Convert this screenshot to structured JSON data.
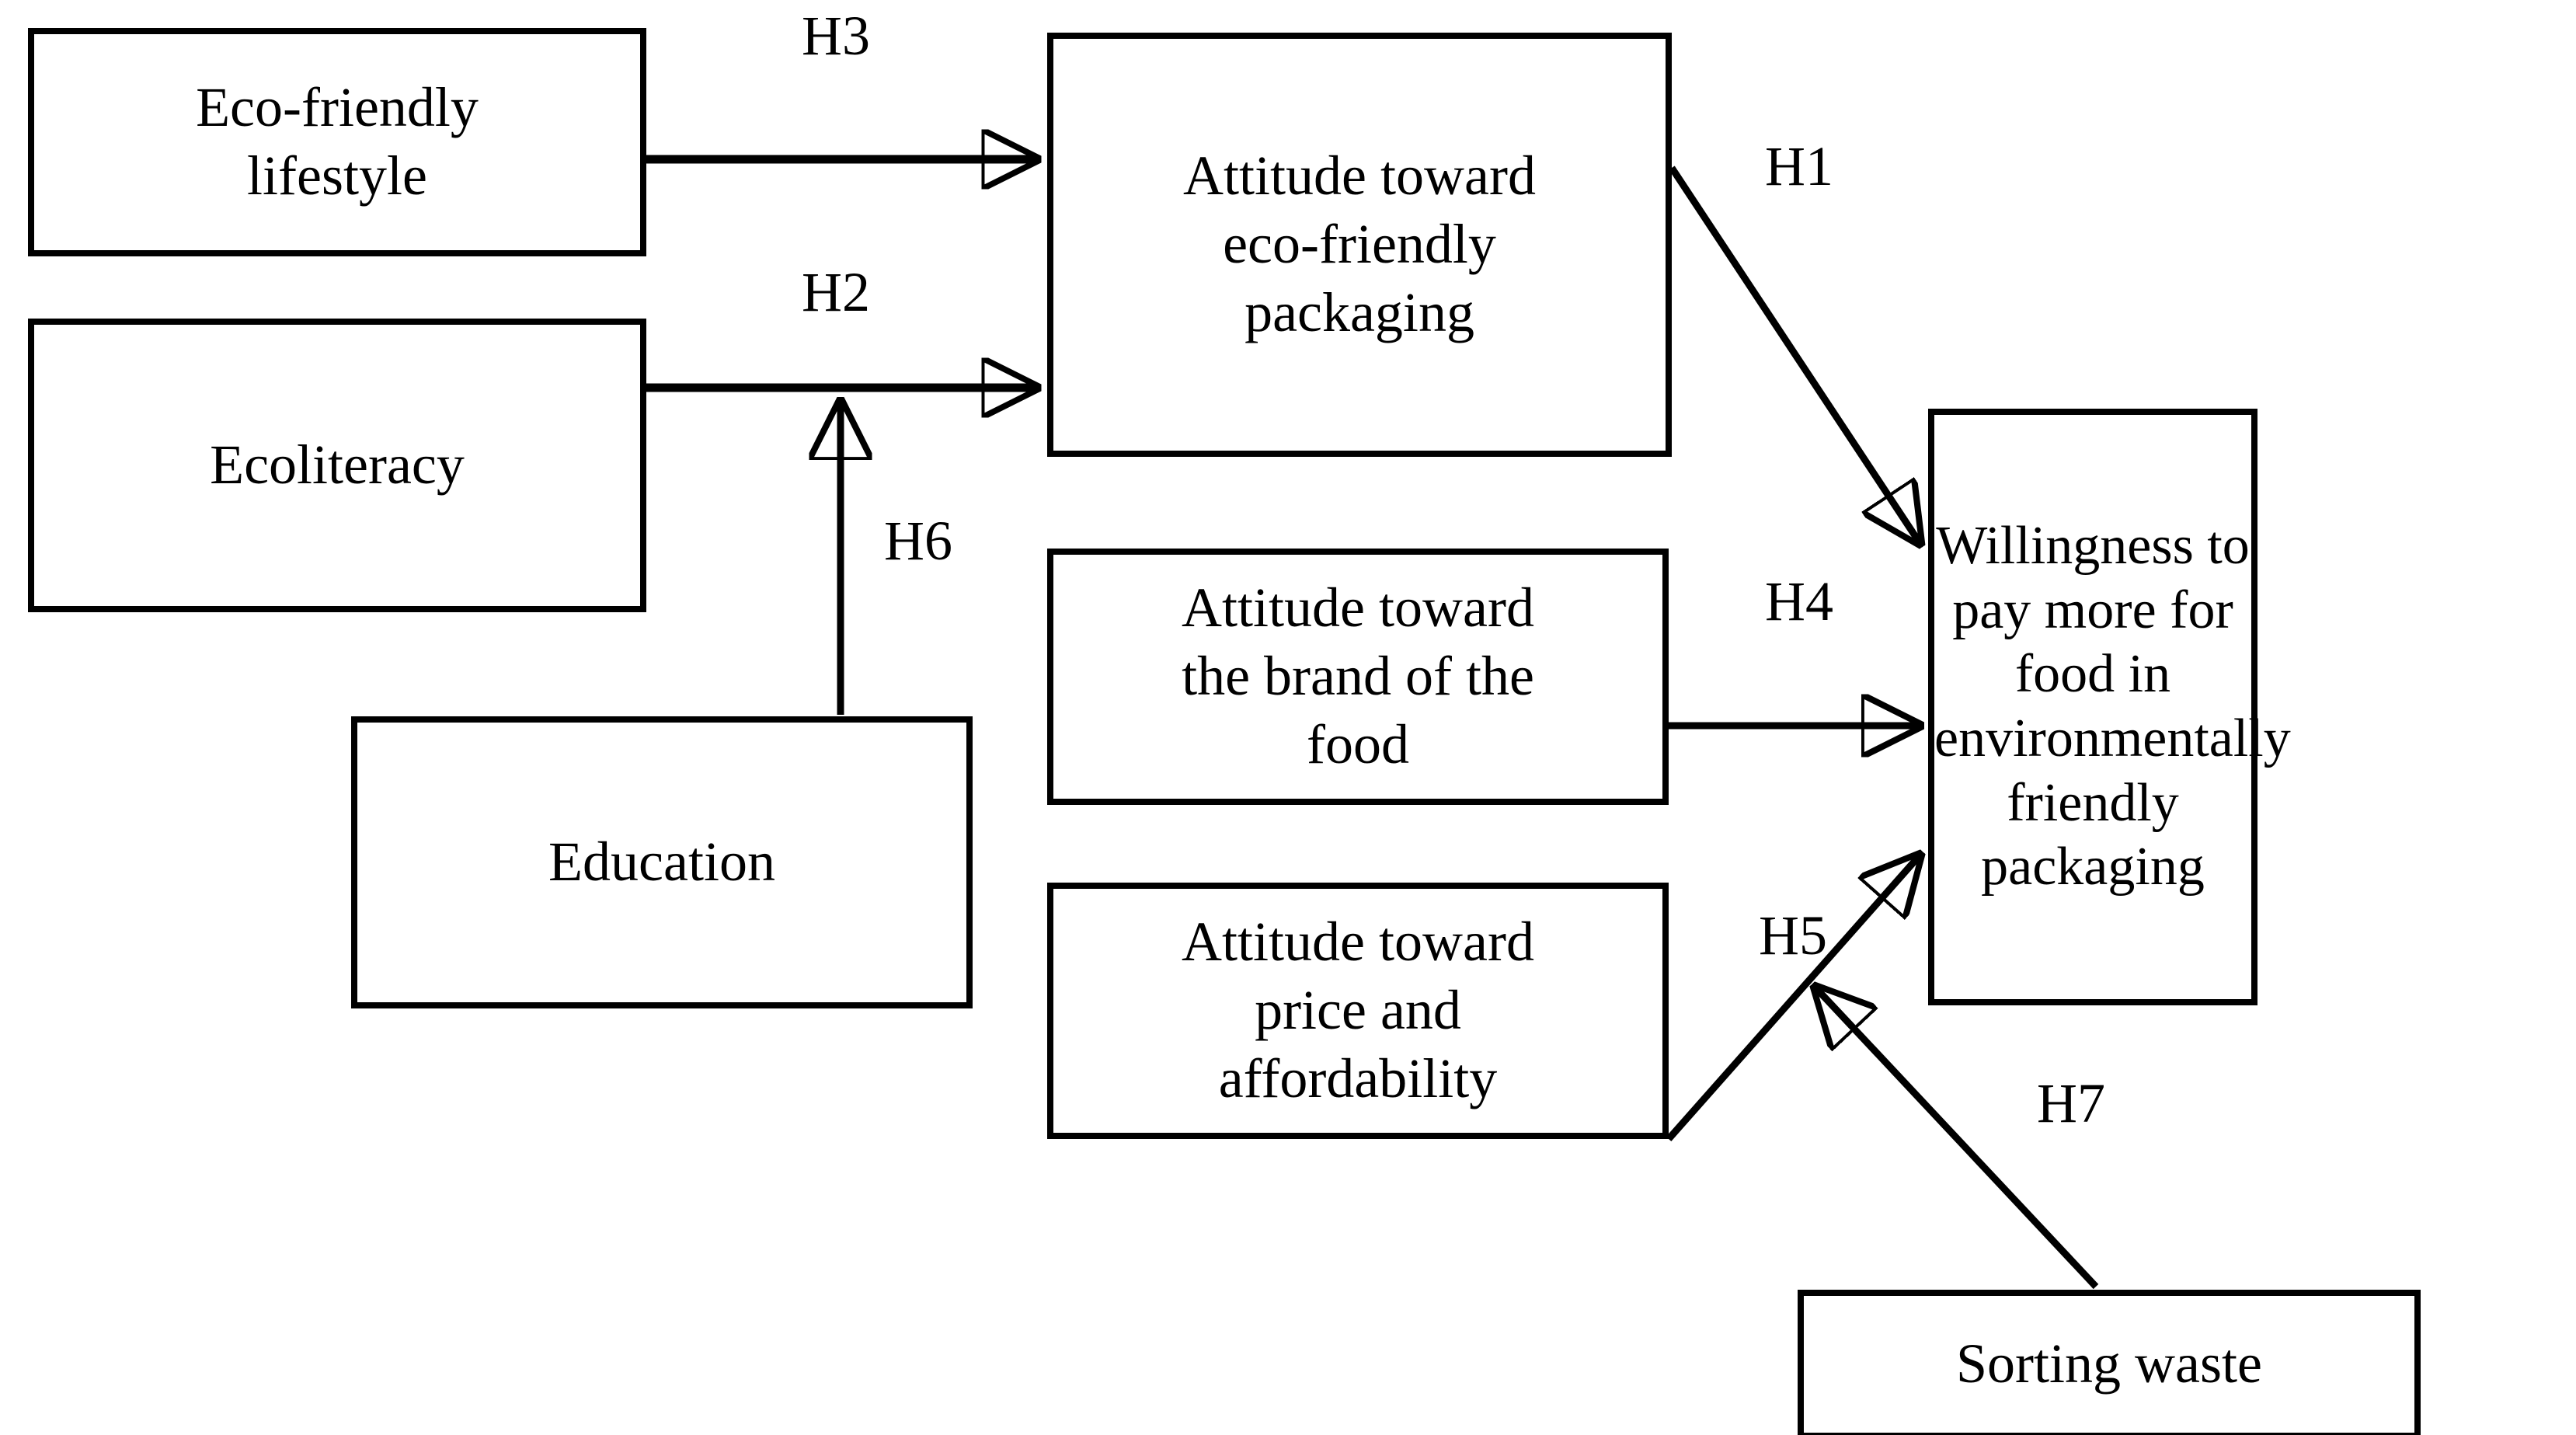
{
  "diagram": {
    "title": "Conceptual research model of willingness to pay more for food in environmentally friendly packaging",
    "type": "path-model",
    "stroke_color": "#000000",
    "background_color": "#ffffff",
    "nodes": [
      {
        "id": "eco-lifestyle",
        "label": "Eco-friendly\nlifestyle"
      },
      {
        "id": "ecoliteracy",
        "label": "Ecoliteracy"
      },
      {
        "id": "education",
        "label": "Education"
      },
      {
        "id": "att-eco-pack",
        "label": "Attitude toward\neco-friendly\npackaging"
      },
      {
        "id": "att-brand",
        "label": "Attitude toward\nthe brand of the\nfood"
      },
      {
        "id": "att-price",
        "label": "Attitude toward\nprice and\naffordability"
      },
      {
        "id": "willingness",
        "label": "Willingness to\npay more for\nfood in\nenvironmentally\nfriendly\npackaging"
      },
      {
        "id": "sorting-waste",
        "label": "Sorting waste"
      }
    ],
    "edges": [
      {
        "id": "h3",
        "label": "H3",
        "from": "eco-lifestyle",
        "to": "att-eco-pack",
        "kind": "direct"
      },
      {
        "id": "h2",
        "label": "H2",
        "from": "ecoliteracy",
        "to": "att-eco-pack",
        "kind": "direct"
      },
      {
        "id": "h6",
        "label": "H6",
        "from": "education",
        "to": "h2",
        "kind": "moderation"
      },
      {
        "id": "h1",
        "label": "H1",
        "from": "att-eco-pack",
        "to": "willingness",
        "kind": "direct"
      },
      {
        "id": "h4",
        "label": "H4",
        "from": "att-brand",
        "to": "willingness",
        "kind": "direct"
      },
      {
        "id": "h5",
        "label": "H5",
        "from": "att-price",
        "to": "willingness",
        "kind": "direct"
      },
      {
        "id": "h7",
        "label": "H7",
        "from": "sorting-waste",
        "to": "h5",
        "kind": "moderation"
      }
    ]
  }
}
